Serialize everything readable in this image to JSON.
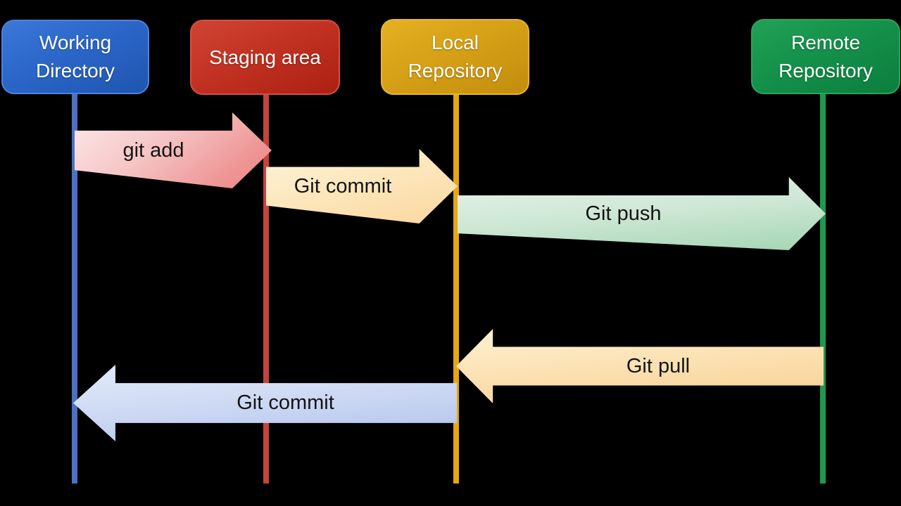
{
  "diagram": {
    "type": "git-workflow-sequence",
    "background": "#000000",
    "text_color_nodes": "#ffffff",
    "text_color_edges": "#141414",
    "nodes": [
      {
        "id": "working-directory",
        "label": "Working Directory",
        "color": "#2b66c8",
        "lifeline_color": "#4a72c4"
      },
      {
        "id": "staging-area",
        "label": "Staging area",
        "color": "#c23222",
        "lifeline_color": "#c4443a"
      },
      {
        "id": "local-repository",
        "label": "Local Repository",
        "color": "#d6a017",
        "lifeline_color": "#e5a713"
      },
      {
        "id": "remote-repository",
        "label": "Remote Repository",
        "color": "#14914a",
        "lifeline_color": "#1d9a50"
      }
    ],
    "edges": [
      {
        "label": "git add",
        "from": "working-directory",
        "to": "staging-area",
        "direction": "right",
        "color": "#ee9494"
      },
      {
        "label": "Git commit",
        "from": "staging-area",
        "to": "local-repository",
        "direction": "right",
        "color": "#fbdca9"
      },
      {
        "label": "Git push",
        "from": "local-repository",
        "to": "remote-repository",
        "direction": "right",
        "color": "#aed9bb"
      },
      {
        "label": "Git pull",
        "from": "remote-repository",
        "to": "local-repository",
        "direction": "left",
        "color": "#fad69e"
      },
      {
        "label": "Git commit",
        "from": "local-repository",
        "to": "working-directory",
        "direction": "left",
        "color": "#bcccf0"
      }
    ]
  }
}
